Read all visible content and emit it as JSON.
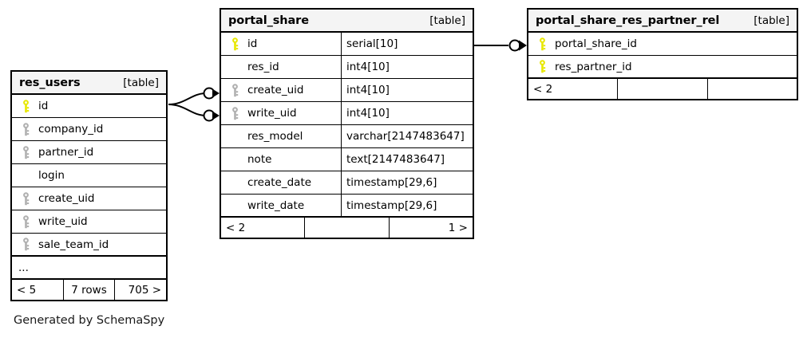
{
  "diagram": {
    "caption": "Generated by SchemaSpy",
    "kind_label": "[table]",
    "colors": {
      "primary_key": "#e8e800",
      "foreign_key": "#b0b0b0",
      "header_bg": "#f4f4f4",
      "border": "#000000",
      "background": "#ffffff"
    }
  },
  "tables": {
    "res_users": {
      "title": "res_users",
      "kind": "[table]",
      "columns": [
        {
          "name": "id",
          "key": "primary",
          "type": ""
        },
        {
          "name": "company_id",
          "key": "foreign",
          "type": ""
        },
        {
          "name": "partner_id",
          "key": "foreign",
          "type": ""
        },
        {
          "name": "login",
          "key": "none",
          "type": ""
        },
        {
          "name": "create_uid",
          "key": "foreign",
          "type": ""
        },
        {
          "name": "write_uid",
          "key": "foreign",
          "type": ""
        },
        {
          "name": "sale_team_id",
          "key": "foreign",
          "type": ""
        }
      ],
      "ellipsis": "...",
      "footer": {
        "left": "< 5",
        "center": "7 rows",
        "right": "705 >"
      }
    },
    "portal_share": {
      "title": "portal_share",
      "kind": "[table]",
      "columns": [
        {
          "name": "id",
          "key": "primary",
          "type": "serial[10]"
        },
        {
          "name": "res_id",
          "key": "none",
          "type": "int4[10]"
        },
        {
          "name": "create_uid",
          "key": "foreign",
          "type": "int4[10]"
        },
        {
          "name": "write_uid",
          "key": "foreign",
          "type": "int4[10]"
        },
        {
          "name": "res_model",
          "key": "none",
          "type": "varchar[2147483647]"
        },
        {
          "name": "note",
          "key": "none",
          "type": "text[2147483647]"
        },
        {
          "name": "create_date",
          "key": "none",
          "type": "timestamp[29,6]"
        },
        {
          "name": "write_date",
          "key": "none",
          "type": "timestamp[29,6]"
        }
      ],
      "footer": {
        "left": "< 2",
        "center": "",
        "right": "1 >"
      }
    },
    "portal_share_res_partner_rel": {
      "title": "portal_share_res_partner_rel",
      "kind": "[table]",
      "columns": [
        {
          "name": "portal_share_id",
          "key": "primary",
          "type": ""
        },
        {
          "name": "res_partner_id",
          "key": "primary",
          "type": ""
        }
      ],
      "footer": {
        "left": "< 2",
        "center": "",
        "right": ""
      }
    }
  },
  "relationships": [
    {
      "from": "res_users.id",
      "to": "portal_share.create_uid"
    },
    {
      "from": "res_users.id",
      "to": "portal_share.write_uid"
    },
    {
      "from": "portal_share.id",
      "to": "portal_share_res_partner_rel.portal_share_id"
    }
  ]
}
